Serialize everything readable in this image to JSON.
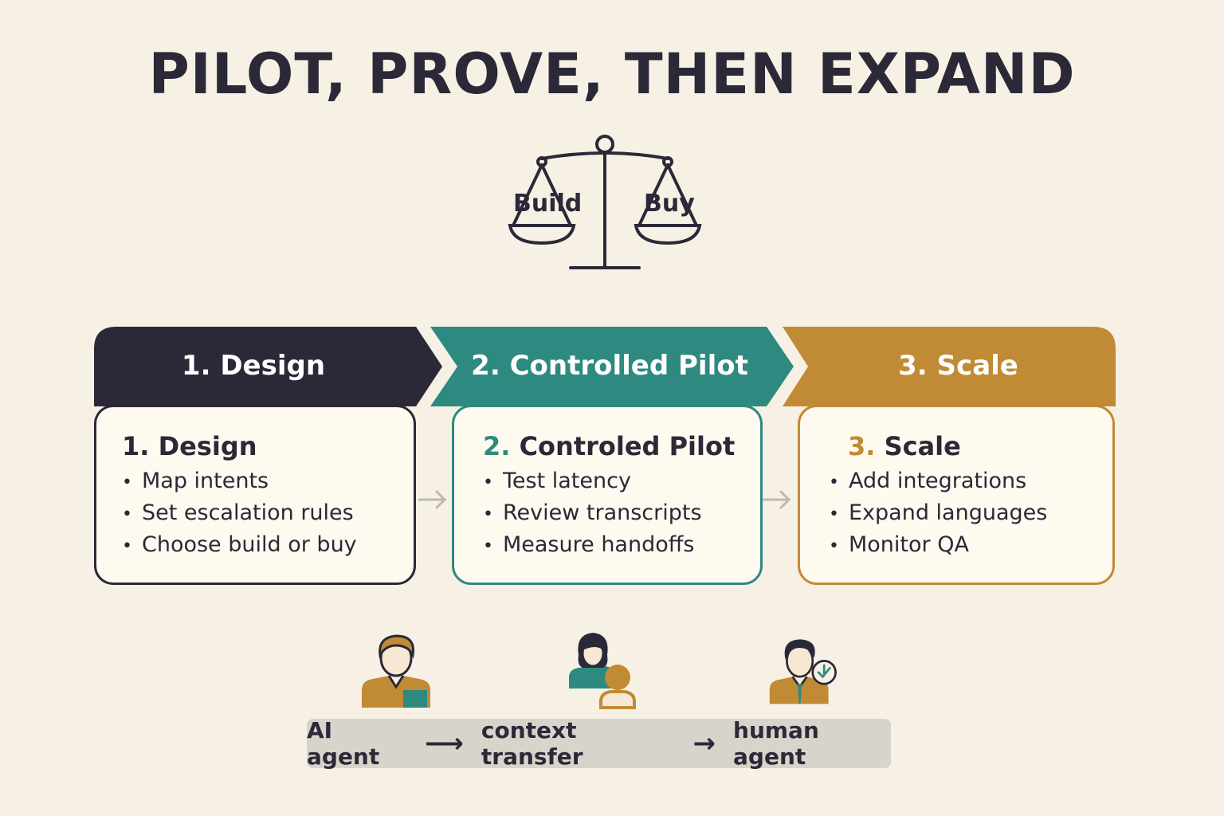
{
  "title": "PILOT, PROVE, THEN EXPAND",
  "scale": {
    "left_label": "Build",
    "right_label": "Buy"
  },
  "stages": [
    {
      "banner": "1. Design",
      "card_num": "1.",
      "card_title": "Design",
      "bullets": [
        "Map intents",
        "Set escalation rules",
        "Choose build or buy"
      ],
      "color": "#2b2838"
    },
    {
      "banner": "2. Controlled Pilot",
      "card_num": "2.",
      "card_title": "Controled Pilot",
      "bullets": [
        "Test latency",
        "Review transcripts",
        "Measure handoffs"
      ],
      "color": "#2e8a80"
    },
    {
      "banner": "3. Scale",
      "card_num": "3.",
      "card_title": "Scale",
      "bullets": [
        "Add integrations",
        "Expand languages",
        "Monitor QA"
      ],
      "color": "#c18a34"
    }
  ],
  "flow": {
    "step1": "AI agent",
    "arrow": "⟶",
    "step2": "context transfer",
    "arrow2": "→",
    "step3": "human agent"
  }
}
